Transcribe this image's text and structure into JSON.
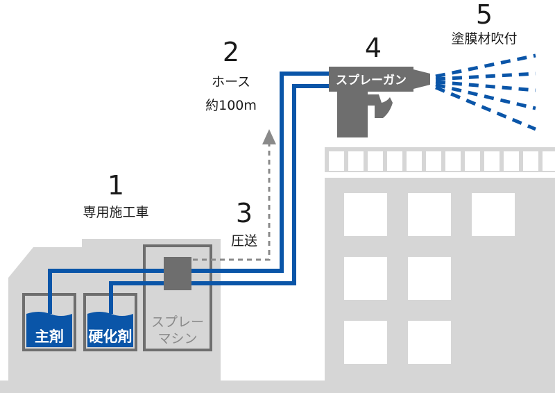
{
  "colors": {
    "blue": "#0a55a8",
    "gray": "#6e6e6e",
    "light_gray": "#d6d6d6",
    "dark_text": "#1a1a1a"
  },
  "steps": {
    "s1": {
      "number": "1",
      "label": "専用施工車"
    },
    "s2": {
      "number": "2",
      "label_line1": "ホース",
      "label_line2": "約100m"
    },
    "s3": {
      "number": "3",
      "label": "圧送"
    },
    "s4": {
      "number": "4",
      "label": "スプレーガン"
    },
    "s5": {
      "number": "5",
      "label": "塗膜材吹付"
    }
  },
  "truck": {
    "tank_main": "主剤",
    "tank_hardener": "硬化剤",
    "machine_line1": "スプレー",
    "machine_line2": "マシン"
  }
}
